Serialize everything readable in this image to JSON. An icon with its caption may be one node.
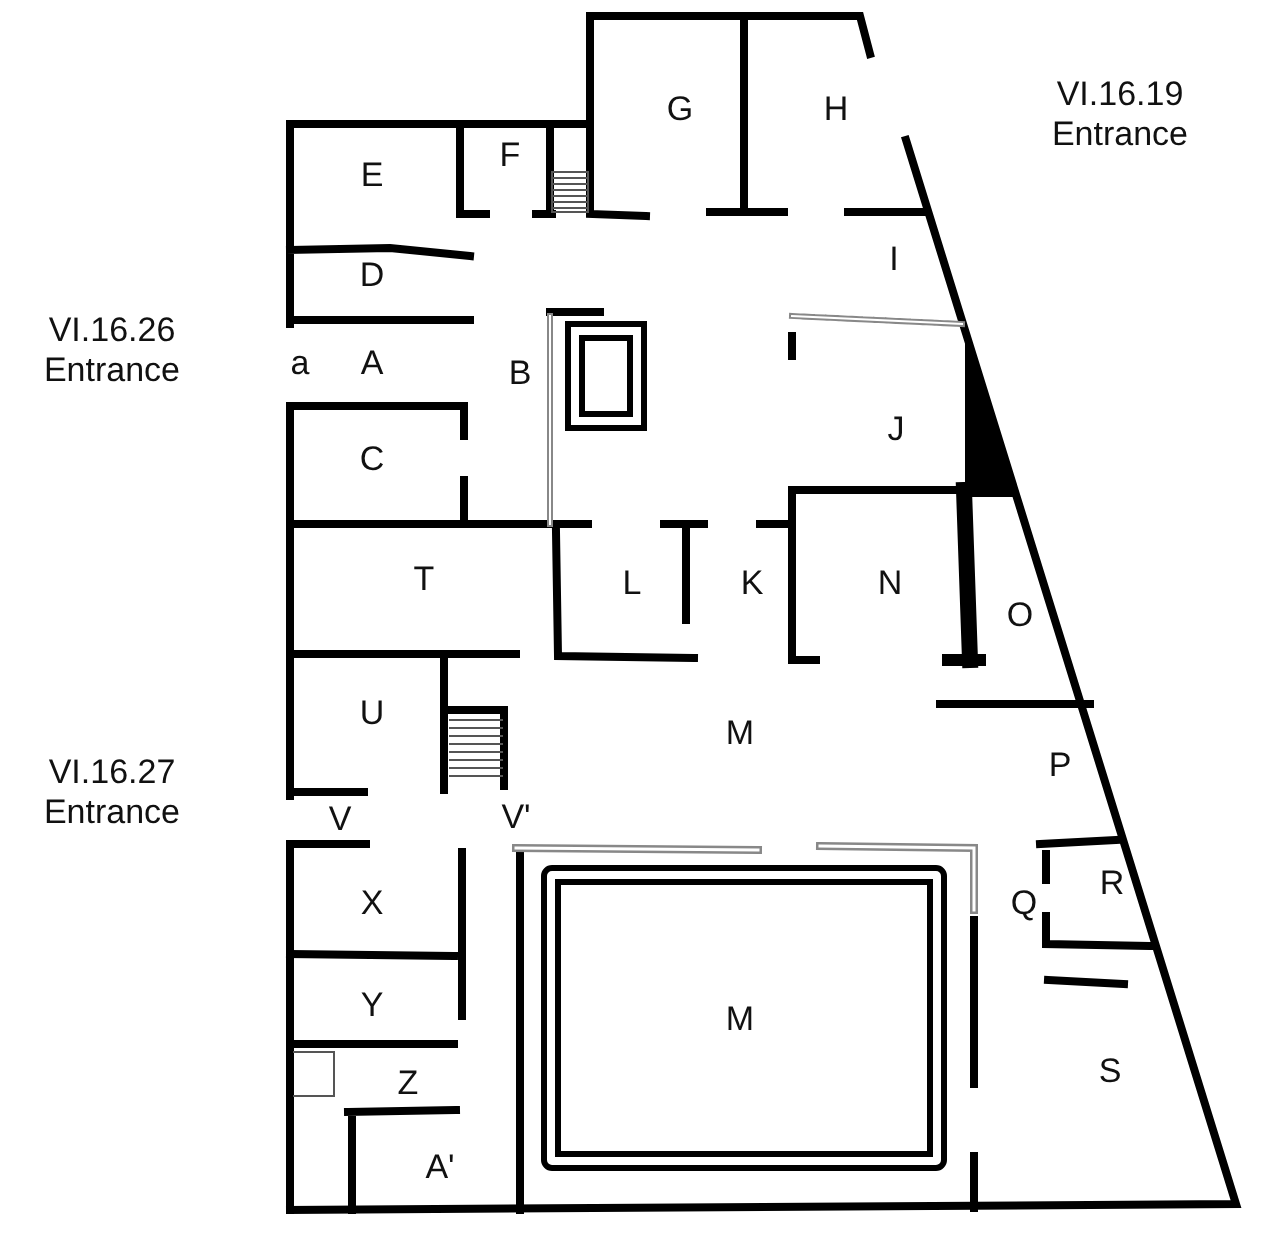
{
  "diagram": {
    "labels": [
      "G",
      "H",
      "VI.16.19 Entrance",
      "E",
      "F",
      "D",
      "I",
      "VI.16.26 Entrance",
      "a",
      "A",
      "B",
      "J",
      "C",
      "T",
      "L",
      "K",
      "N",
      "O",
      "U",
      "M",
      "VI.16.27 Entrance",
      "P",
      "V",
      "V'",
      "X",
      "Q",
      "R",
      "M",
      "Y",
      "S",
      "Z",
      "A'"
    ]
  }
}
